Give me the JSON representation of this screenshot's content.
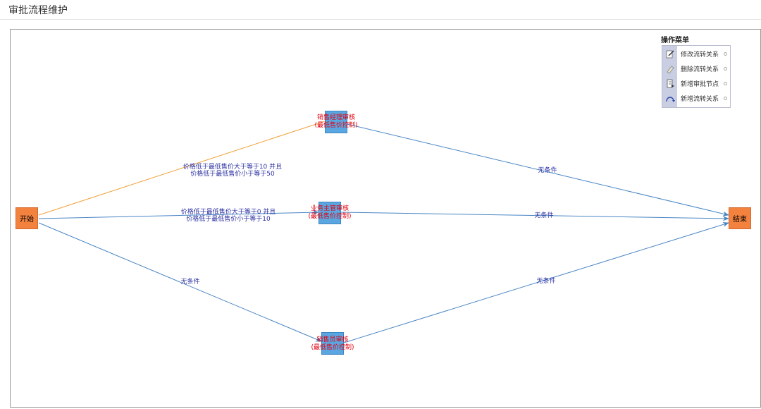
{
  "header": {
    "title": "审批流程维护"
  },
  "nodes": {
    "start": {
      "label": "开始"
    },
    "end": {
      "label": "结束"
    },
    "sales_manager": {
      "label_line1": "销售经理审核",
      "label_line2": "(最低售价控制)"
    },
    "business_supervisor": {
      "label_line1": "业务主管审核",
      "label_line2": "(最低售价控制)"
    },
    "salesperson": {
      "label_line1": "销售员审核",
      "label_line2": "(最低售价控制)"
    }
  },
  "edges": {
    "start_to_manager": {
      "line1": "价格低于最低售价大于等于10 并且",
      "line2": "价格低于最低售价小于等于50"
    },
    "start_to_supervisor": {
      "line1": "价格低于最低售价大于等于0 并且",
      "line2": "价格低于最低售价小于等于10"
    },
    "start_to_salesperson": {
      "text": "无条件"
    },
    "manager_to_end": {
      "text": "无条件"
    },
    "supervisor_to_end": {
      "text": "无条件"
    },
    "salesperson_to_end": {
      "text": "无条件"
    }
  },
  "menu": {
    "title": "操作菜单",
    "items": [
      {
        "label": "修改流转关系",
        "icon": "edit-icon"
      },
      {
        "label": "删除流转关系",
        "icon": "eraser-icon"
      },
      {
        "label": "新增审批节点",
        "icon": "add-node-icon"
      },
      {
        "label": "新增流转关系",
        "icon": "add-link-icon"
      }
    ]
  },
  "colors": {
    "terminal": "#f3823f",
    "task": "#5aa6e0",
    "edge_blue": "#4a86c5",
    "edge_orange": "#f0a23a",
    "edge_label": "#2b2fa0",
    "task_label": "#e3000f"
  }
}
